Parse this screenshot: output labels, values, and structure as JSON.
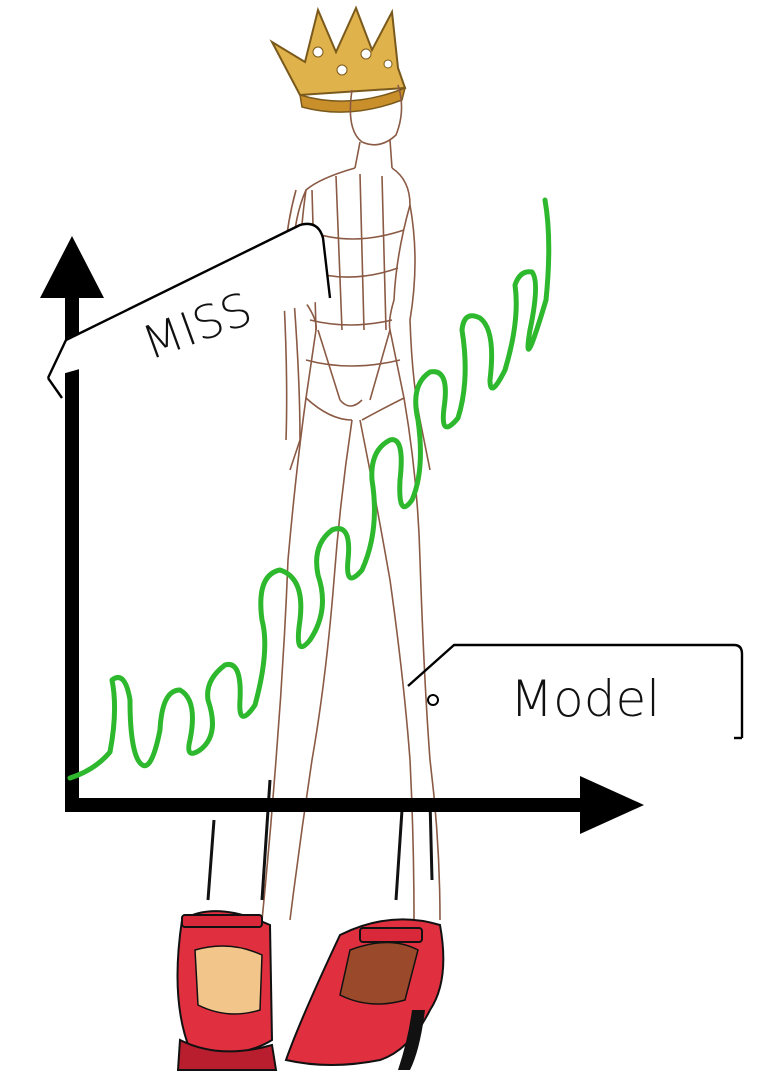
{
  "labels": {
    "vertical_axis_tag": "MISS",
    "horizontal_axis_tag": "Model"
  },
  "colors": {
    "background": "#ffffff",
    "axes": "#000000",
    "scribble": "#2db82d",
    "sketch_outline": "#8a5a44",
    "crown": "#d9a53a",
    "shoes": "#d8283a"
  },
  "icons": {
    "crown": "crown-icon",
    "figure": "fashion-sketch-figure",
    "shoes": "red-heel-shoes"
  }
}
